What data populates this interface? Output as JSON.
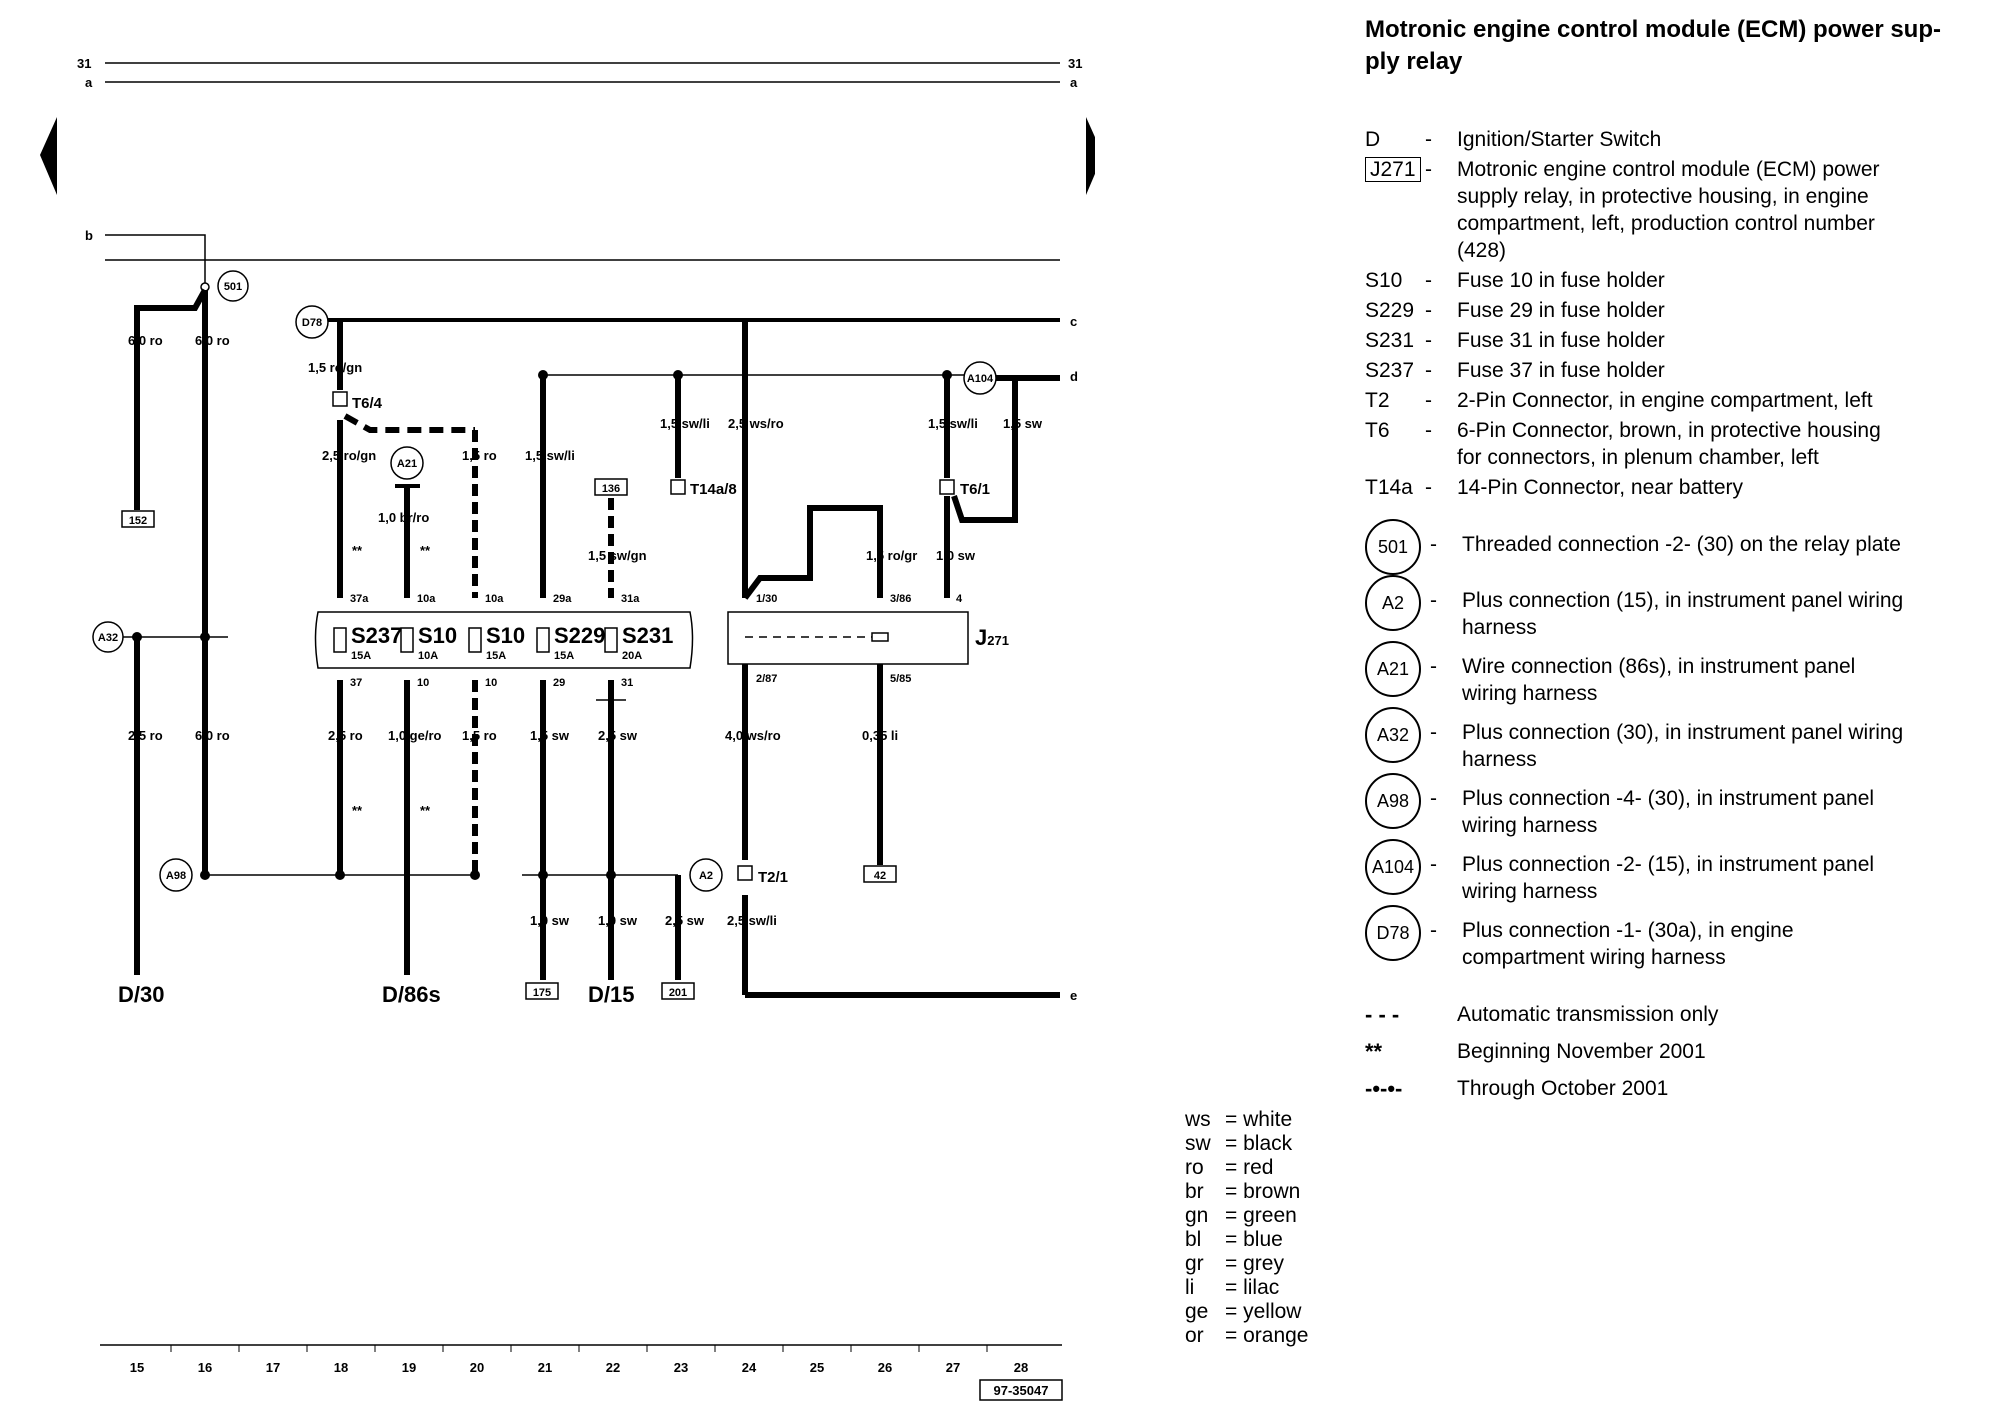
{
  "title": "Motronic engine control module (ECM) power sup-ply relay",
  "title_line1": "Motronic engine control module (ECM) power sup-",
  "title_line2": "ply relay",
  "legend": [
    {
      "code": "D",
      "desc": [
        "Ignition/Starter Switch"
      ],
      "boxed": false
    },
    {
      "code": "J271",
      "desc": [
        "Motronic engine control module (ECM) power",
        "supply relay, in protective housing, in engine",
        "compartment, left, production control number",
        "(428)"
      ],
      "boxed": true
    },
    {
      "code": "S10",
      "desc": [
        "Fuse 10 in fuse holder"
      ],
      "boxed": false
    },
    {
      "code": "S229",
      "desc": [
        "Fuse 29 in fuse holder"
      ],
      "boxed": false
    },
    {
      "code": "S231",
      "desc": [
        "Fuse 31 in fuse holder"
      ],
      "boxed": false
    },
    {
      "code": "S237",
      "desc": [
        "Fuse 37 in fuse holder"
      ],
      "boxed": false
    },
    {
      "code": "T2",
      "desc": [
        "2-Pin Connector, in engine compartment, left"
      ],
      "boxed": false
    },
    {
      "code": "T6",
      "desc": [
        "6-Pin Connector, brown, in protective housing",
        "for connectors, in plenum chamber, left"
      ],
      "boxed": false
    },
    {
      "code": "T14a",
      "desc": [
        "14-Pin Connector, near battery"
      ],
      "boxed": false
    }
  ],
  "circle_legend": [
    {
      "code": "501",
      "desc": [
        "Threaded connection -2- (30) on the relay plate"
      ]
    },
    {
      "code": "A2",
      "desc": [
        "Plus connection (15), in instrument panel wiring",
        "harness"
      ]
    },
    {
      "code": "A21",
      "desc": [
        "Wire connection (86s), in instrument panel",
        "wiring harness"
      ]
    },
    {
      "code": "A32",
      "desc": [
        "Plus connection (30), in instrument panel wiring",
        "harness"
      ]
    },
    {
      "code": "A98",
      "desc": [
        "Plus connection -4- (30), in instrument panel",
        "wiring harness"
      ]
    },
    {
      "code": "A104",
      "desc": [
        "Plus connection -2- (15), in instrument panel",
        "wiring harness"
      ]
    },
    {
      "code": "D78",
      "desc": [
        "Plus connection -1- (30a), in engine",
        "compartment wiring harness"
      ]
    }
  ],
  "symbols": [
    {
      "symbol": "- - -",
      "desc": "Automatic transmission only"
    },
    {
      "symbol": "**",
      "desc": "Beginning November 2001"
    },
    {
      "symbol": "-•-•-",
      "desc": "Through October 2001"
    }
  ],
  "color_codes": [
    {
      "abbr": "ws",
      "name": "white"
    },
    {
      "abbr": "sw",
      "name": "black"
    },
    {
      "abbr": "ro",
      "name": "red"
    },
    {
      "abbr": "br",
      "name": "brown"
    },
    {
      "abbr": "gn",
      "name": "green"
    },
    {
      "abbr": "bl",
      "name": "blue"
    },
    {
      "abbr": "gr",
      "name": "grey"
    },
    {
      "abbr": "li",
      "name": "lilac"
    },
    {
      "abbr": "ge",
      "name": "yellow"
    },
    {
      "abbr": "or",
      "name": "orange"
    }
  ],
  "bus_labels": [
    "31",
    "a",
    "b",
    "c",
    "d",
    "e"
  ],
  "column_numbers": [
    "15",
    "16",
    "17",
    "18",
    "19",
    "20",
    "21",
    "22",
    "23",
    "24",
    "25",
    "26",
    "27",
    "28"
  ],
  "page_ref": "97-35047",
  "fuses": [
    {
      "name": "S237",
      "rating": "15A",
      "top_pin": "37a",
      "bot_pin": "37"
    },
    {
      "name": "S10",
      "rating": "10A",
      "top_pin": "10a",
      "bot_pin": "10"
    },
    {
      "name": "S10",
      "rating": "15A",
      "top_pin": "10a",
      "bot_pin": "10"
    },
    {
      "name": "S229",
      "rating": "15A",
      "top_pin": "29a",
      "bot_pin": "29"
    },
    {
      "name": "S231",
      "rating": "20A",
      "top_pin": "31a",
      "bot_pin": "31"
    }
  ],
  "relay": {
    "name": "J",
    "sub": "271",
    "pins": [
      "1/30",
      "3/86",
      "4",
      "2/87",
      "5/85"
    ]
  },
  "ground_refs": {
    "g152": "152",
    "g136": "136",
    "g42": "42",
    "g175": "175",
    "g201": "201"
  },
  "circle_nodes": {
    "n501": "501",
    "d78": "D78",
    "a21": "A21",
    "a104": "A104",
    "a32": "A32",
    "a98": "A98",
    "a2": "A2"
  },
  "connectors": {
    "t64": "T6/4",
    "t14a": "T14a/8",
    "t61": "T6/1",
    "t21": "T2/1"
  },
  "wires": {
    "w1": "6,0 ro",
    "w2": "6,0 ro",
    "w3": "1,5 ro/gn",
    "w4": "2,5 ro/gn",
    "w5": "1,0 br/ro",
    "w6": "1,5 ro",
    "w7": "1,5 sw/li",
    "w8": "1,5 sw/gn",
    "w9": "1,5 sw/li",
    "w10": "2,5 ws/ro",
    "w11": "1,5 ro/gr",
    "w12": "1,5 sw/li",
    "w13": "1,5 sw",
    "w14": "1,0 sw",
    "w15": "2,5 ro",
    "w16": "6,0 ro",
    "w17": "2,5 ro",
    "w18": "1,0 ge/ro",
    "w19": "1,5 ro",
    "w20": "1,5 sw",
    "w21": "2,5 sw",
    "w22": "4,0 ws/ro",
    "w23": "0,35 li",
    "w24": "1,0 sw",
    "w25": "1,0 sw",
    "w26": "2,5 sw",
    "w27": "2,5 sw/li"
  },
  "stars": "**",
  "bottom_terms": {
    "d30": "D/30",
    "d86s": "D/86s",
    "d15": "D/15"
  }
}
